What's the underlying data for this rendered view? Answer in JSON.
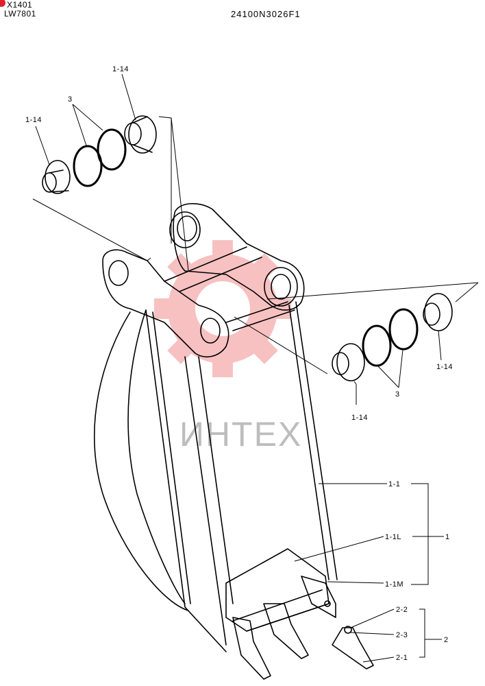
{
  "header": {
    "model": "X1401",
    "series": "LW7801",
    "drawing_code": "24100N3026F1"
  },
  "watermark": {
    "text": "ИНТЕХ",
    "color": "#f4a7a7"
  },
  "callouts": {
    "bush_top": "1-14",
    "bush_left": "1-14",
    "oring_left": "3",
    "bush_right_top": "1-14",
    "bush_right_bottom": "1-14",
    "oring_right": "3",
    "body": "1-1",
    "body_l": "1-1L",
    "body_m": "1-1M",
    "assembly_1": "1",
    "tooth_pin": "2-2",
    "tooth_lock": "2-3",
    "tooth_point": "2-1",
    "assembly_2": "2"
  },
  "colors": {
    "line": "#000000",
    "accent": "#e0202a"
  }
}
